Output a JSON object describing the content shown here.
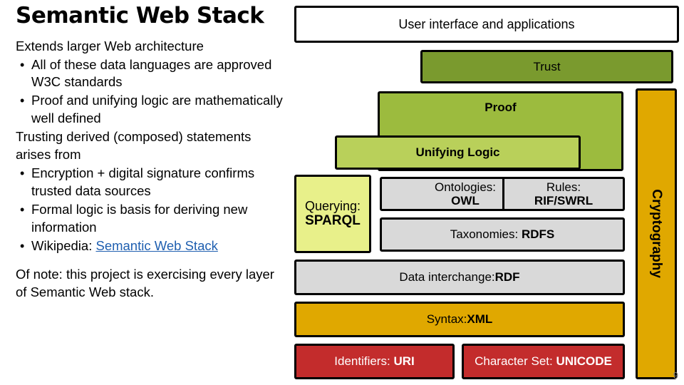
{
  "slide": {
    "title": "Semantic Web Stack",
    "page_number": "9",
    "text_blocks": [
      {
        "type": "para",
        "text": "Extends larger Web architecture"
      },
      {
        "type": "bullet",
        "text": "All of these data languages are approved W3C standards"
      },
      {
        "type": "bullet",
        "text": "Proof and unifying logic are mathematically well defined"
      },
      {
        "type": "para",
        "text": "Trusting derived (composed) statements arises from"
      },
      {
        "type": "bullet",
        "text": "Encryption + digital signature confirms trusted data sources"
      },
      {
        "type": "bullet",
        "text": "Formal logic is basis for deriving new information"
      },
      {
        "type": "bullet_link",
        "text": "Wikipedia: ",
        "link_text": "Semantic Web Stack"
      },
      {
        "type": "para",
        "text": "Of note: this project is exercising every layer of Semantic Web stack."
      }
    ]
  },
  "diagram": {
    "name": "semantic-web-stack",
    "boxes": {
      "ui": {
        "label": "User interface and applications",
        "color": "#ffffff"
      },
      "trust": {
        "label": "Trust",
        "color": "#7a9a2e"
      },
      "proof": {
        "label": "Proof",
        "color": "#9cbb3e"
      },
      "unifying": {
        "label": "Unifying Logic",
        "color": "#b9d05a"
      },
      "querying": {
        "label_light": "Querying:",
        "label_bold": "SPARQL",
        "color": "#e8f08a"
      },
      "ontologies": {
        "label_light": "Ontologies:",
        "label_bold": "OWL",
        "color": "#d9d9d9"
      },
      "rules": {
        "label_light": "Rules:",
        "label_bold": "RIF/SWRL",
        "color": "#d9d9d9"
      },
      "taxonomies": {
        "label_light": "Taxonomies:",
        "label_bold": "RDFS",
        "color": "#d9d9d9"
      },
      "datainter": {
        "label_light": "Data interchange:",
        "label_bold": "RDF",
        "color": "#d9d9d9"
      },
      "syntax": {
        "label_light": "Syntax:",
        "label_bold": "XML",
        "color": "#e0a800"
      },
      "identifiers": {
        "label_light": "Identifiers:",
        "label_bold": "URI",
        "color": "#c32c2c"
      },
      "charset": {
        "label_light": "Character Set:",
        "label_bold": "UNICODE",
        "color": "#c32c2c"
      },
      "crypto": {
        "label": "Cryptography",
        "color": "#e0a800"
      }
    }
  }
}
